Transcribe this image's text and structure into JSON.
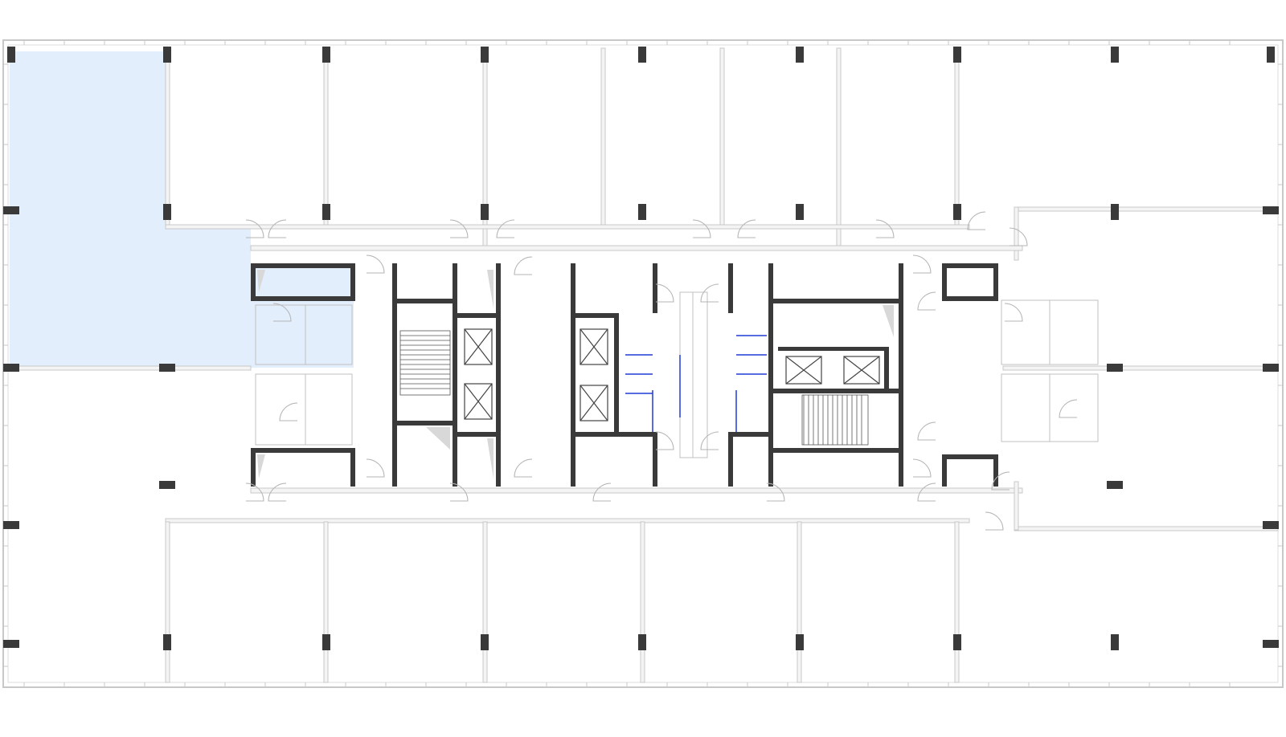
{
  "plan": {
    "title": "",
    "highlight_color": "#e3eefc",
    "wall_color": "#3a3a3a",
    "light_wall_color": "#cfcfcf",
    "partition_color": "#1f3bd6",
    "selected_unit": "northwest-office",
    "grid_columns_north": 9,
    "grid_columns_south": 9
  }
}
